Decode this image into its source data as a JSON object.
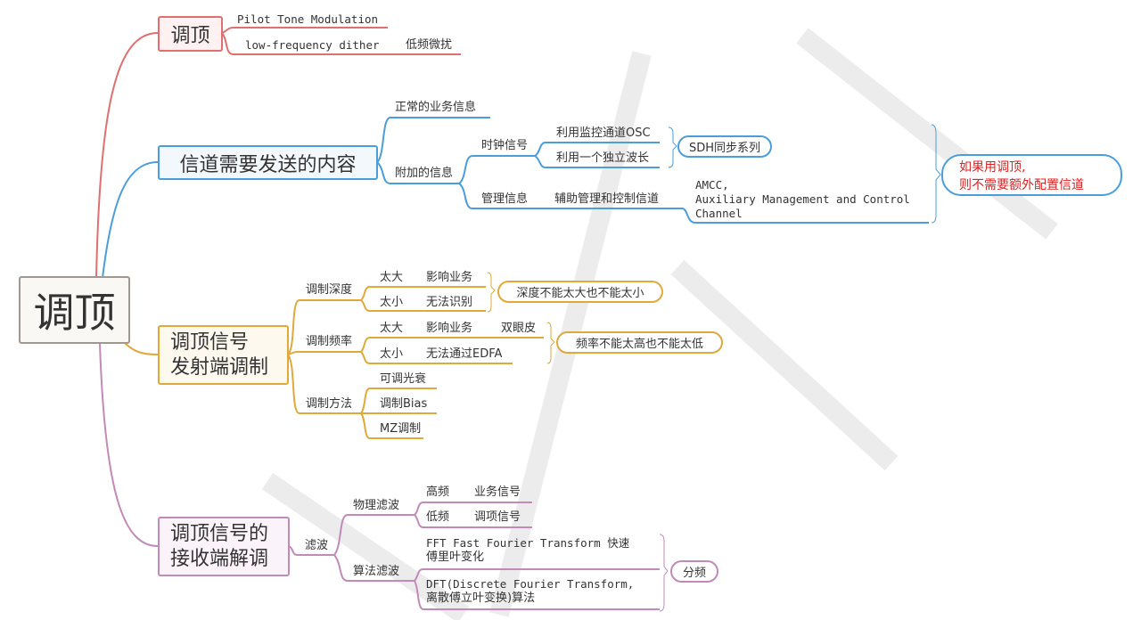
{
  "root": {
    "label": "调顶"
  },
  "colors": {
    "red": "#e07070",
    "blue": "#4a9edc",
    "gold": "#e0a93a",
    "purple": "#c18ab9",
    "note_text": "#e02020"
  },
  "branch1": {
    "label": "调顶",
    "items": [
      "Pilot Tone Modulation",
      "low-frequency dither",
      "低频微扰"
    ]
  },
  "branch2": {
    "label": "信道需要发送的内容",
    "normal": "正常的业务信息",
    "extra": "附加的信息",
    "clock": "时钟信号",
    "clock_items": [
      "利用监控通道OSC",
      "利用一个独立波长"
    ],
    "clock_summary": "SDH同步系列",
    "mgmt": "管理信息",
    "mgmt_item": "辅助管理和控制信道",
    "amcc": [
      "AMCC,",
      "Auxiliary Management and Control",
      "Channel"
    ],
    "note": [
      "如果用调顶,",
      "则不需要额外配置信道"
    ]
  },
  "branch3": {
    "label": [
      "调顶信号",
      "发射端调制"
    ],
    "depth": "调制深度",
    "depth_items": [
      [
        "太大",
        "影响业务"
      ],
      [
        "太小",
        "无法识别"
      ]
    ],
    "depth_summary": "深度不能太大也不能太小",
    "freq": "调制频率",
    "freq_items": [
      [
        "太大",
        "影响业务",
        "双眼皮"
      ],
      [
        "太小",
        "无法通过EDFA"
      ]
    ],
    "freq_summary": "频率不能太高也不能太低",
    "method": "调制方法",
    "method_items": [
      "可调光衰",
      "调制Bias",
      "MZ调制"
    ]
  },
  "branch4": {
    "label": [
      "调顶信号的",
      "接收端解调"
    ],
    "filter": "滤波",
    "physical": "物理滤波",
    "physical_items": [
      [
        "高频",
        "业务信号"
      ],
      [
        "低频",
        "调项信号"
      ]
    ],
    "algo": "算法滤波",
    "algo_items": [
      [
        "FFT  Fast Fourier Transform 快速",
        "傅里叶变化"
      ],
      [
        "DFT(Discrete Fourier Transform,",
        "离散傅立叶变换)算法"
      ]
    ],
    "algo_summary": "分频"
  }
}
